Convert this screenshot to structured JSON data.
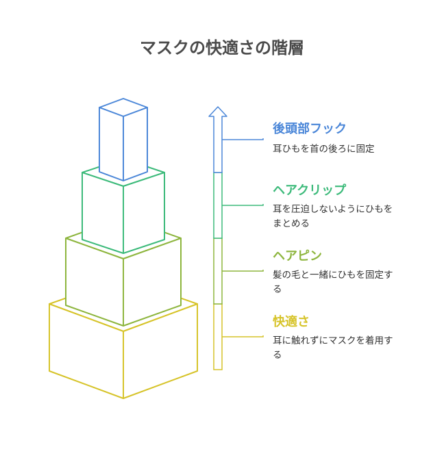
{
  "title": "マスクの快適さの階層",
  "levels": [
    {
      "label": "後頭部フック",
      "description": "耳ひもを首の後ろに固定",
      "color": "#4a86d8"
    },
    {
      "label": "ヘアクリップ",
      "description": "耳を圧迫しないようにひもをまとめる",
      "color": "#3cba7a"
    },
    {
      "label": "ヘアピン",
      "description": "髪の毛と一緒にひもを固定する",
      "color": "#8db53d"
    },
    {
      "label": "快適さ",
      "description": "耳に触れずにマスクを着用する",
      "color": "#d6c328"
    }
  ]
}
